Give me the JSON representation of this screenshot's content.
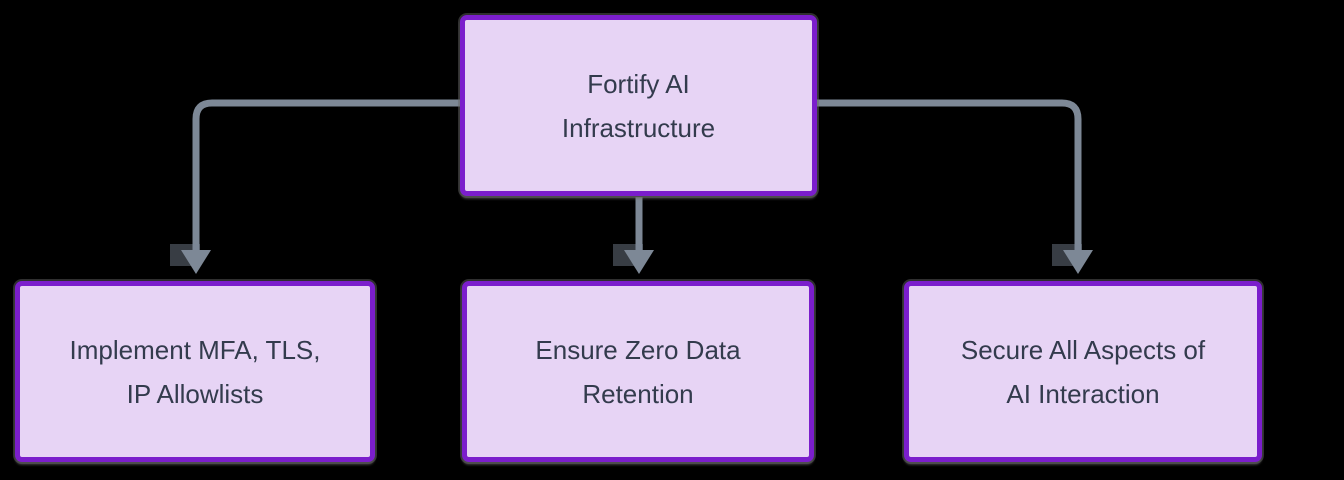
{
  "diagram": {
    "type": "flowchart",
    "direction": "top-down",
    "nodes": {
      "root": {
        "label": "Fortify AI Infrastructure",
        "line1": "Fortify AI",
        "line2": "Infrastructure"
      },
      "child1": {
        "label": "Implement MFA, TLS, IP Allowlists",
        "line1": "Implement MFA, TLS,",
        "line2": "IP Allowlists"
      },
      "child2": {
        "label": "Ensure Zero Data Retention",
        "line1": "Ensure Zero Data",
        "line2": "Retention"
      },
      "child3": {
        "label": "Secure All Aspects of AI Interaction",
        "line1": "Secure All Aspects of",
        "line2": "AI Interaction"
      }
    },
    "edges": [
      {
        "from": "root",
        "to": "child1"
      },
      {
        "from": "root",
        "to": "child2"
      },
      {
        "from": "root",
        "to": "child3"
      }
    ],
    "colors": {
      "background": "#000000",
      "node_fill": "#E7D4F5",
      "node_border": "#7B1ECC",
      "text": "#333B4D",
      "connector": "#7D8896"
    }
  }
}
